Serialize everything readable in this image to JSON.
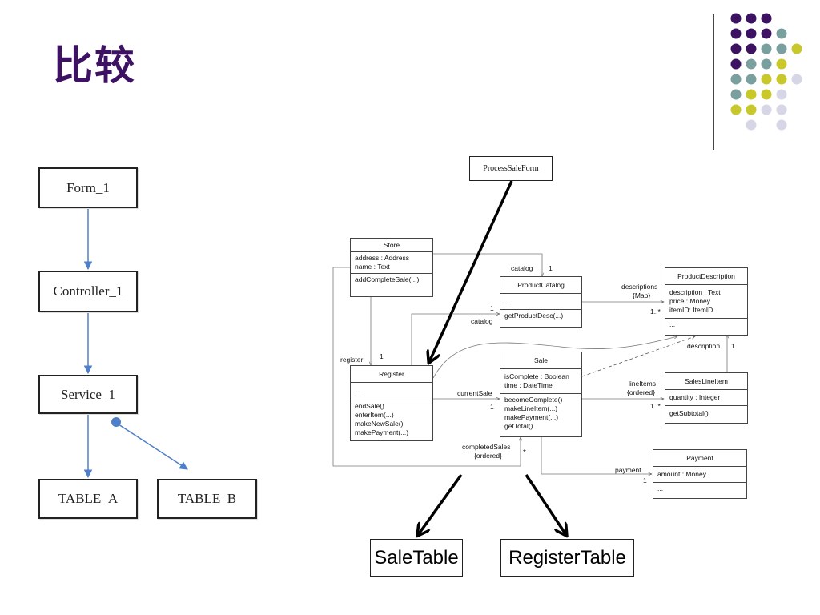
{
  "title": "比较",
  "colors": {
    "title": "#3d1262",
    "dot_purple": "#3d1262",
    "dot_teal": "#7a9f9f",
    "dot_yellow": "#c8c82a",
    "dot_lavender": "#d6d6e6",
    "flow_arrow": "#4f7fc8"
  },
  "left_diagram": {
    "form": "Form_1",
    "controller": "Controller_1",
    "service": "Service_1",
    "table_a": "TABLE_A",
    "table_b": "TABLE_B"
  },
  "uml": {
    "process_sale_form": "ProcessSaleForm",
    "store": {
      "name": "Store",
      "attrs": [
        "address : Address",
        "name : Text"
      ],
      "ops": [
        "addCompleteSale(...)"
      ]
    },
    "product_catalog": {
      "name": "ProductCatalog",
      "attrs": [
        "..."
      ],
      "ops": [
        "getProductDesc(...)"
      ]
    },
    "product_description": {
      "name": "ProductDescription",
      "attrs": [
        "description : Text",
        "price : Money",
        "itemID: ItemID"
      ],
      "ops": [
        "..."
      ]
    },
    "register": {
      "name": "Register",
      "attrs": [
        "..."
      ],
      "ops": [
        "endSale()",
        "enterItem(...)",
        "makeNewSale()",
        "makePayment(...)"
      ]
    },
    "sale": {
      "name": "Sale",
      "attrs": [
        "isComplete : Boolean",
        "time : DateTime"
      ],
      "ops": [
        "becomeComplete()",
        "makeLineItem(...)",
        "makePayment(...)",
        "getTotal()"
      ]
    },
    "sales_line_item": {
      "name": "SalesLineItem",
      "attrs": [
        "quantity : Integer"
      ],
      "ops": [
        "getSubtotal()"
      ]
    },
    "payment": {
      "name": "Payment",
      "attrs": [
        "amount : Money"
      ],
      "ops": [
        "..."
      ]
    },
    "labels": {
      "catalog_top": "catalog",
      "one_top": "1",
      "descriptions": "descriptions",
      "map": "{Map}",
      "one_star_desc": "1..*",
      "one_catalog": "1",
      "catalog_reg": "catalog",
      "register": "register",
      "one_register": "1",
      "description": "description",
      "one_description": "1",
      "current_sale": "currentSale",
      "one_current": "1",
      "line_items": "lineItems",
      "ordered": "{ordered}",
      "one_star_items": "1..*",
      "completed_sales": "completedSales",
      "ordered2": "{ordered}",
      "star": "*",
      "payment": "payment",
      "one_payment": "1"
    }
  },
  "sale_table": "SaleTable",
  "register_table": "RegisterTable"
}
